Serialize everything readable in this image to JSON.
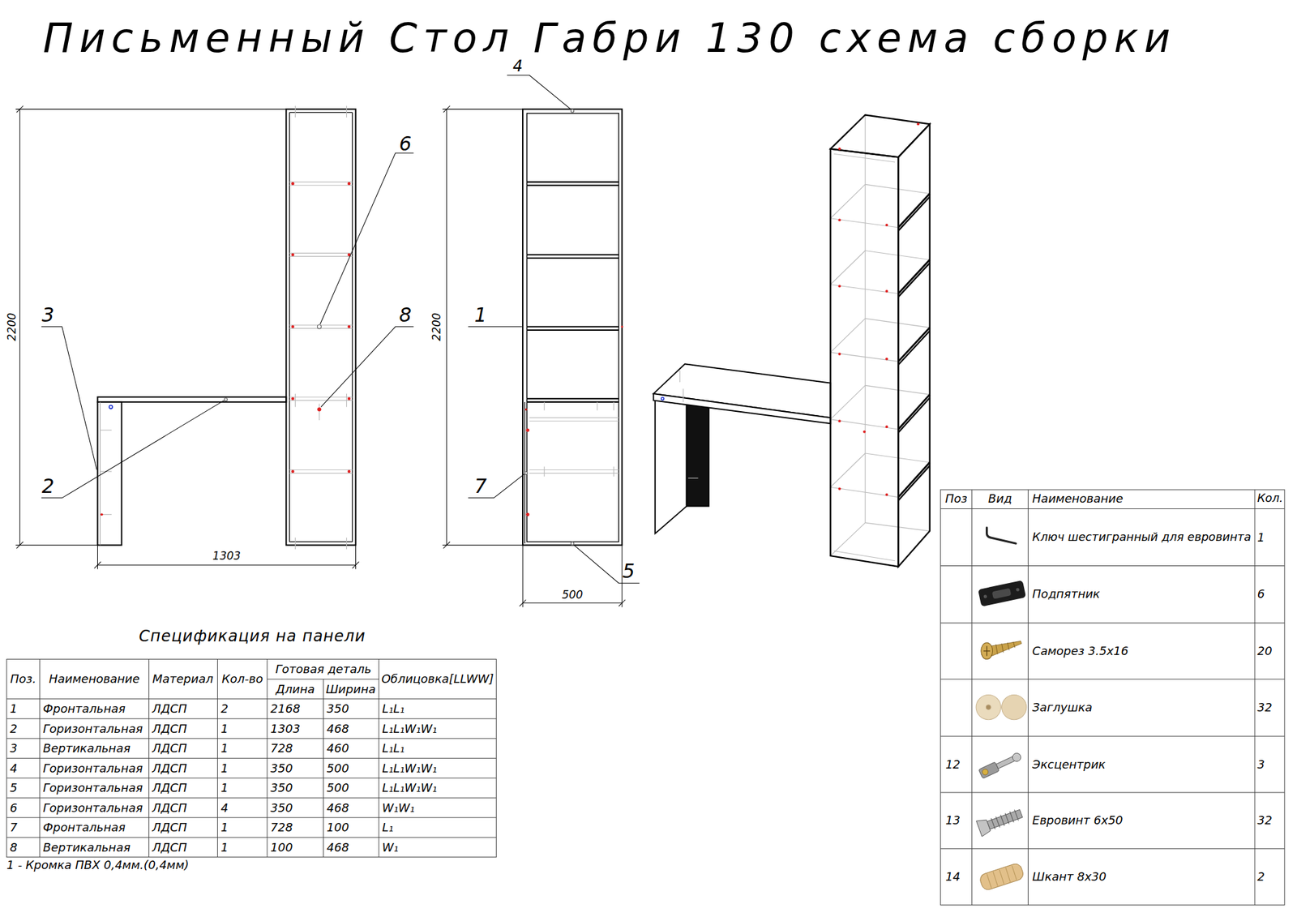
{
  "diagram": {
    "title": "Письменный Стол Габри 130 схема сборки",
    "labels": [
      "2200",
      "3",
      "6",
      "8",
      "2",
      "1303",
      "2200",
      "4",
      "1",
      "7",
      "5",
      "500",
      "Спецификация на панели",
      "Поз.",
      "Наименование",
      "Материал",
      "Кол-во",
      "Готовая деталь",
      "Длина",
      "Ширина",
      "Облицовка[LLWW]",
      "1",
      "Фронтальная",
      "ЛДСП",
      "2",
      "2168",
      "350",
      "L₁L₁",
      "2",
      "Горизонтальная",
      "ЛДСП",
      "1",
      "1303",
      "468",
      "L₁L₁W₁W₁",
      "3",
      "Вертикальная",
      "ЛДСП",
      "1",
      "728",
      "460",
      "L₁L₁",
      "4",
      "Горизонтальная",
      "ЛДСП",
      "1",
      "350",
      "500",
      "L₁L₁W₁W₁",
      "5",
      "Горизонтальная",
      "ЛДСП",
      "1",
      "350",
      "500",
      "L₁L₁W₁W₁",
      "6",
      "Горизонтальная",
      "ЛДСП",
      "4",
      "350",
      "468",
      "W₁W₁",
      "7",
      "Фронтальная",
      "ЛДСП",
      "1",
      "728",
      "100",
      "L₁",
      "8",
      "Вертикальная",
      "ЛДСП",
      "1",
      "100",
      "468",
      "W₁",
      "1 - Кромка ПВХ 0,4мм.(0,4мм)",
      "Поз",
      "Вид",
      "Наименование",
      "Кол.",
      "Ключ шестигранный для евровинта",
      "1",
      "Подпятник",
      "6",
      "Саморез 3.5x16",
      "20",
      "Заглушка",
      "32",
      "12",
      "Эксцентрик",
      "3",
      "13",
      "Евровинт 6x50",
      "32",
      "14",
      "Шкант 8x30",
      "2"
    ]
  }
}
